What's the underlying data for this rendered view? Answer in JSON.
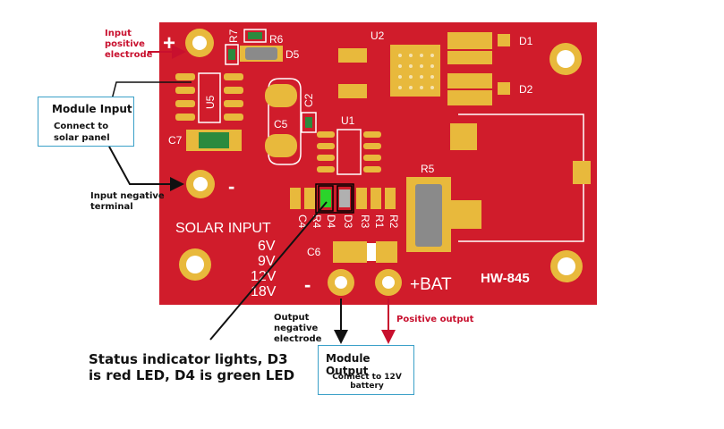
{
  "board": {
    "model": "HW-845",
    "solar_input": "SOLAR INPUT",
    "voltages": [
      "6V",
      "9V",
      "12V",
      "18V"
    ],
    "plus_sign": "+",
    "minus_sign": "-",
    "bat_label": "+BAT",
    "minus_out": "-",
    "components": {
      "r7": "R7",
      "r6": "R6",
      "d5": "D5",
      "u2": "U2",
      "d1": "D1",
      "d2": "D2",
      "u5": "U5",
      "c2": "C2",
      "c5": "C5",
      "u1": "U1",
      "c7": "C7",
      "r5": "R5",
      "c6": "C6",
      "row": [
        "C4",
        "R4",
        "D4",
        "D3",
        "R3",
        "R1",
        "R2"
      ]
    }
  },
  "colors": {
    "board": "#d01c2b",
    "pad": "#e8b93c",
    "green_led": "#2bd42b",
    "annotation_red": "#c8102e",
    "box_border": "#3aa0c8"
  },
  "annotations": {
    "input_positive": "Input positive electrode",
    "module_input_title": "Module Input",
    "module_input_sub": "Connect to solar panel",
    "input_negative": "Input negative terminal",
    "status_lights": "Status indicator lights, D3 is red LED, D4 is green LED",
    "output_negative": "Output negative electrode",
    "positive_output": "Positive output",
    "module_output_title": "Module Output",
    "module_output_sub": "Connect to 12V battery"
  }
}
